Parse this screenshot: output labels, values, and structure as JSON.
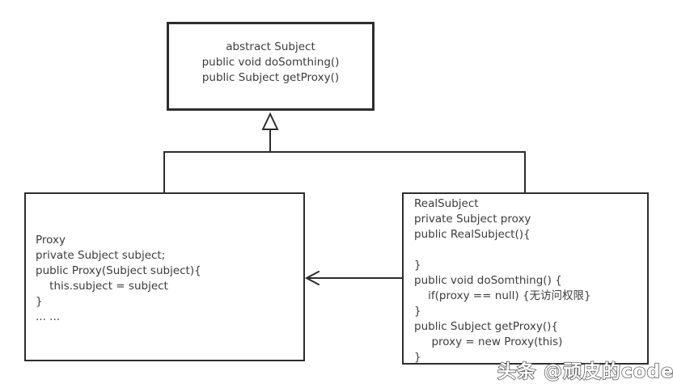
{
  "diagram": {
    "pattern_name": "Proxy pattern class diagram",
    "colors": {
      "background": "#ffffff",
      "box_fill": "#ffffff",
      "line_color": "#2d2d2d",
      "text_color": "#3c3c3c",
      "watermark_fill": "#ffffff",
      "watermark_outline": "#454545"
    },
    "boxes": {
      "subject": {
        "lines": [
          "abstract Subject",
          "public void doSomthing()",
          "public Subject getProxy()"
        ]
      },
      "proxy": {
        "lines": [
          "Proxy",
          "private Subject subject;",
          "public Proxy(Subject subject){",
          "    this.subject = subject",
          "}",
          "... ..."
        ]
      },
      "real_subject": {
        "lines": [
          "RealSubject",
          "private Subject proxy",
          "public RealSubject(){",
          "",
          "}",
          "public void doSomthing() {",
          "    if(proxy == null) {无访问权限}",
          "}",
          "public Subject getProxy(){",
          "     proxy = new Proxy(this)",
          "}"
        ]
      }
    },
    "relationships": [
      "Proxy --|> abstract Subject (inheritance, hollow triangle arrow)",
      "RealSubject --|> abstract Subject (inheritance, shared connector)",
      "RealSubject --> Proxy (open arrow pointing left)"
    ]
  },
  "watermark": {
    "text": "头条 @顽皮的coder"
  }
}
